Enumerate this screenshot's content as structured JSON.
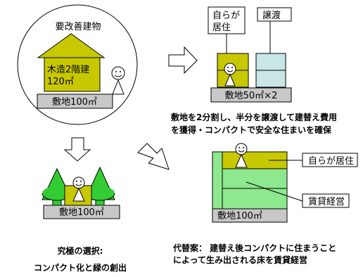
{
  "colors": {
    "house_yellow": "#c8c800",
    "tower_blue": "#c8e6e6",
    "green_building": "#8ee88e",
    "tree_green": "#33cc33",
    "ground_gray": "#c8c8c8",
    "outline": "#000000"
  },
  "top_left": {
    "title": "要改善建物",
    "house_label_line1": "木造2階建",
    "house_label_line2": "120㎡",
    "ground_label": "敷地100㎡"
  },
  "top_right": {
    "callout_self_line1": "自らが",
    "callout_self_line2": "居住",
    "callout_transfer": "譲渡",
    "ground_label": "敷地50㎡×2",
    "caption_line1": "敷地を2分割し、半分を譲渡して建替え費用",
    "caption_line2": "を獲得・コンパクトで安全な住まいを確保"
  },
  "bottom_left": {
    "ground_label": "敷地100㎡",
    "caption_line1": "究極の選択:",
    "caption_line2": "コンパクト化と緑の創出"
  },
  "bottom_right": {
    "callout_self": "自らが居住",
    "callout_rental": "賃貸経営",
    "ground_label": "敷地100㎡",
    "caption_line1": "代替案：  建替え後コンパクトに住まうこと",
    "caption_line2": "によって生み出される床を賃貸経営"
  },
  "icons": [
    "person-icon",
    "right-arrow-icon",
    "down-arrow-icon",
    "diagonal-arrow-icon",
    "tree-icon"
  ]
}
